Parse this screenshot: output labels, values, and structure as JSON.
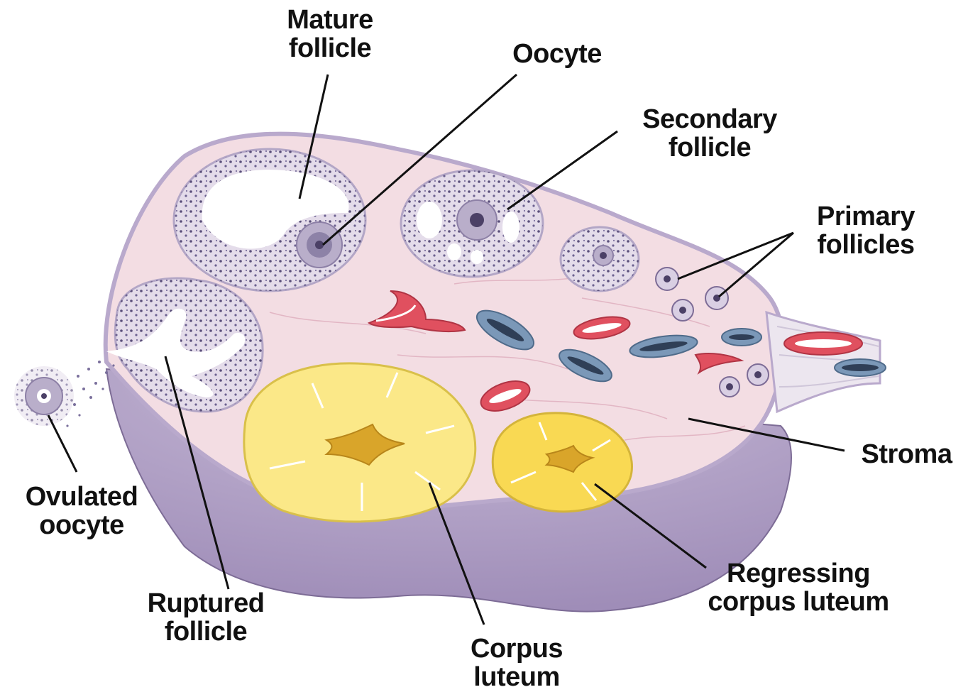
{
  "diagram": {
    "labels": {
      "mature_follicle": "Mature\nfollicle",
      "oocyte": "Oocyte",
      "secondary_follicle": "Secondary\nfollicle",
      "primary_follicles": "Primary\nfollicles",
      "stroma": "Stroma",
      "regressing_corpus_luteum": "Regressing\ncorpus luteum",
      "corpus_luteum": "Corpus\nluteum",
      "ruptured_follicle": "Ruptured\nfollicle",
      "ovulated_oocyte": "Ovulated\noocyte"
    },
    "colors": {
      "outer_capsule": "#b9a9cc",
      "cortex": "#f3dde3",
      "follicle_granulosa": "#e4dcea",
      "follicle_dots": "#5a4f7a",
      "corpus_luteum_fill": "#fbe888",
      "corpus_luteum_core": "#d9a52a",
      "vessel_red": "#e0505f",
      "vessel_blue": "#7b98b8",
      "leader_line": "#111111"
    }
  }
}
